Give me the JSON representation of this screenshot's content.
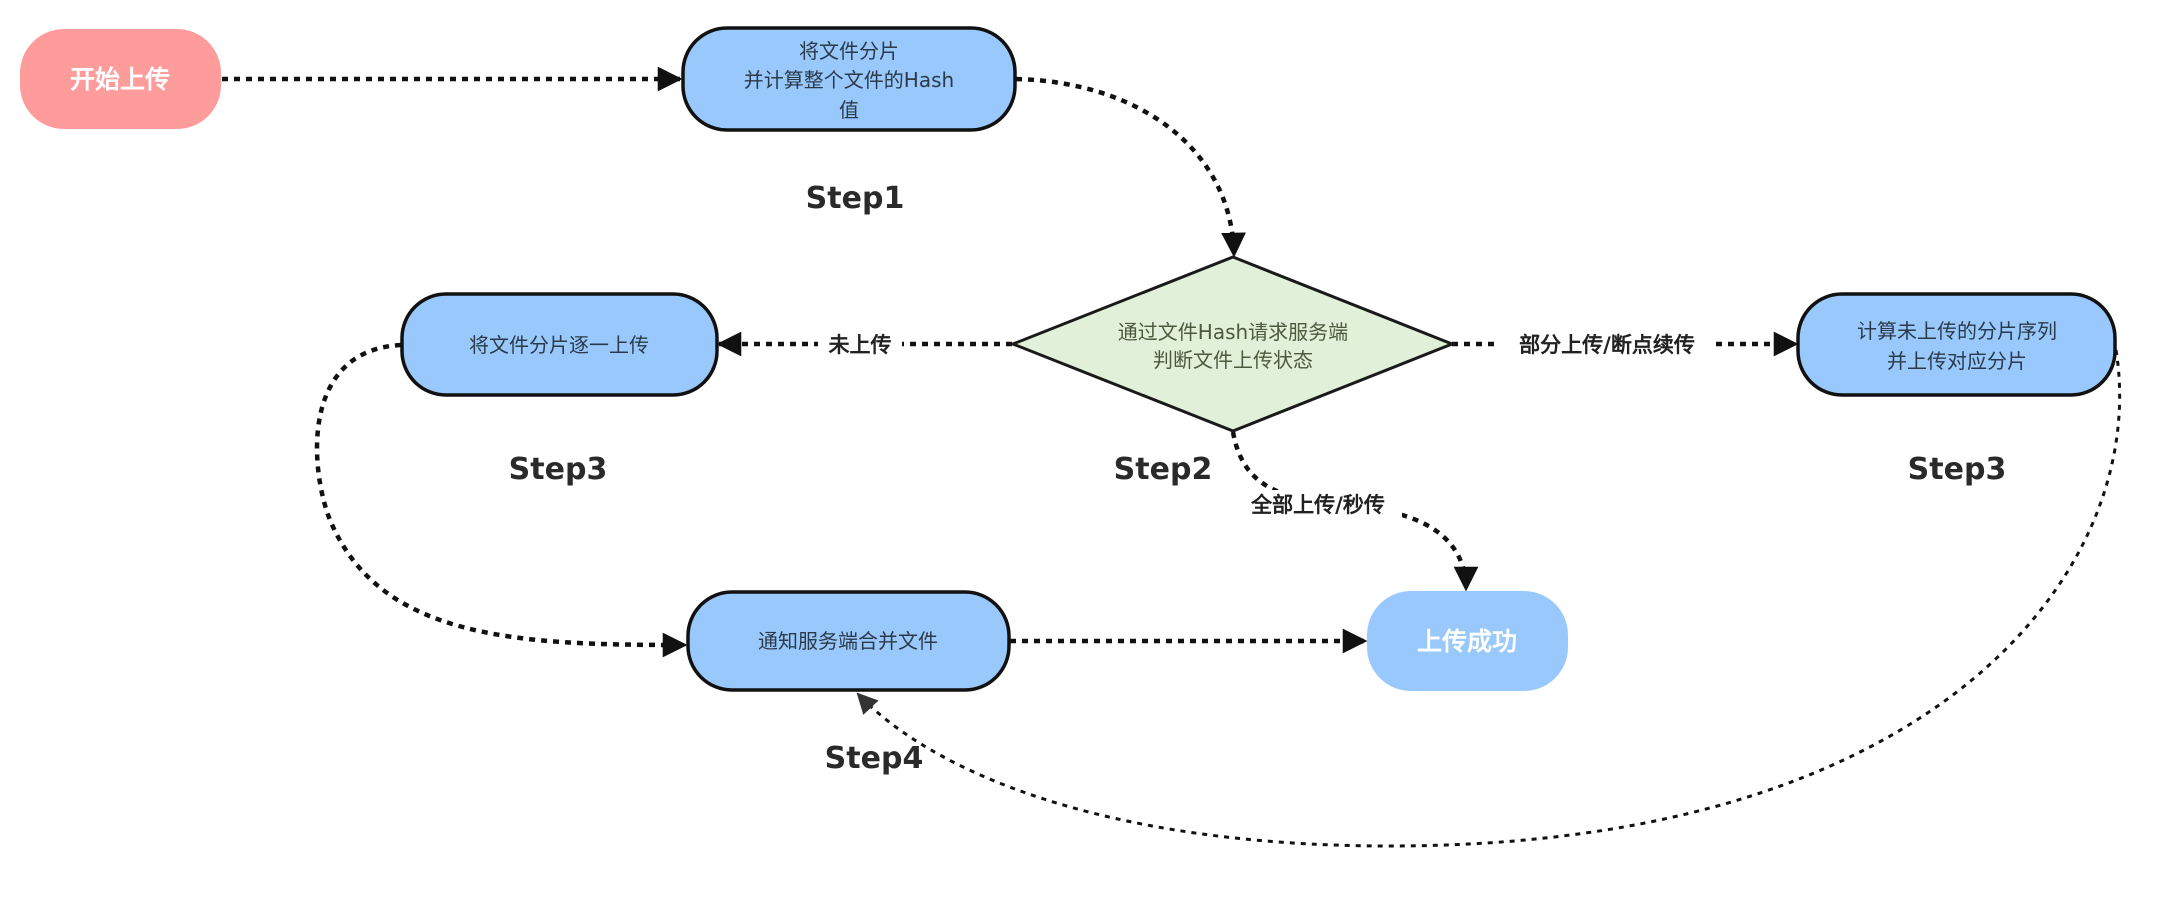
{
  "colors": {
    "start_fill": "#fe9c9c",
    "process_fill": "#99c9fc",
    "process_stroke": "#111111",
    "decision_fill": "#e1f0d8",
    "decision_stroke": "#1a1a1a",
    "end_fill": "#99c9fc",
    "edge": "#111111"
  },
  "nodes": {
    "start": {
      "label": "开始上传"
    },
    "step1_box": {
      "lines": [
        "将文件分片",
        "并计算整个文件的Hash",
        "值"
      ]
    },
    "decision": {
      "lines": [
        "通过文件Hash请求服务端",
        "判断文件上传状态"
      ]
    },
    "step3_left_box": {
      "lines": [
        "将文件分片逐一上传"
      ]
    },
    "step3_right_box": {
      "lines": [
        "计算未上传的分片序列",
        "并上传对应分片"
      ]
    },
    "step4_box": {
      "lines": [
        "通知服务端合并文件"
      ]
    },
    "end": {
      "label": "上传成功"
    }
  },
  "step_labels": {
    "step1": "Step1",
    "step2": "Step2",
    "step3_left": "Step3",
    "step3_right": "Step3",
    "step4": "Step4"
  },
  "edge_labels": {
    "not_uploaded": "未上传",
    "partial_resume": "部分上传/断点续传",
    "all_uploaded_instant": "全部上传/秒传"
  },
  "edges": [
    {
      "from": "start",
      "to": "step1_box",
      "label": ""
    },
    {
      "from": "step1_box",
      "to": "decision",
      "label": ""
    },
    {
      "from": "decision",
      "to": "step3_left_box",
      "label": "未上传"
    },
    {
      "from": "decision",
      "to": "step3_right_box",
      "label": "部分上传/断点续传"
    },
    {
      "from": "decision",
      "to": "end",
      "label": "全部上传/秒传"
    },
    {
      "from": "step3_left_box",
      "to": "step4_box",
      "label": ""
    },
    {
      "from": "step3_right_box",
      "to": "step4_box",
      "label": ""
    },
    {
      "from": "step4_box",
      "to": "end",
      "label": ""
    }
  ]
}
